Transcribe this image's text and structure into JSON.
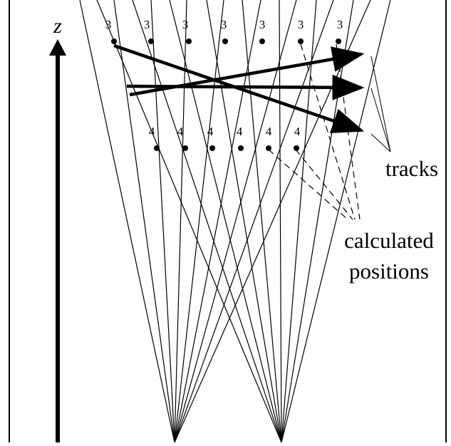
{
  "axis": {
    "label": "z"
  },
  "annotations": {
    "tracks": "tracks",
    "calculated_line1": "calculated",
    "calculated_line2": "positions"
  },
  "row_top": {
    "marker": "3",
    "count": 7
  },
  "row_bottom": {
    "marker": "4",
    "count": 6
  },
  "colors": {
    "ink": "#000000",
    "background": "#ffffff"
  }
}
